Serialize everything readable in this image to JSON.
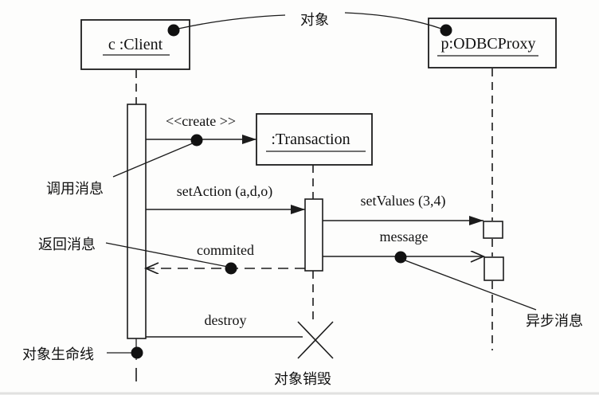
{
  "diagram": {
    "title_note": "UML sequence diagram",
    "objects": [
      {
        "id": "client",
        "label": "c :Client"
      },
      {
        "id": "proxy",
        "label": "p:ODBCProxy"
      },
      {
        "id": "transaction",
        "label": ":Transaction"
      }
    ],
    "messages": {
      "create": "<<create >>",
      "set_action": "setAction (a,d,o)",
      "set_values": "setValues (3,4)",
      "message": "message",
      "commited": "commited",
      "destroy": "destroy"
    },
    "annotations": {
      "object": "对象",
      "call_message": "调用消息",
      "return_message": "返回消息",
      "async_message": "异步消息",
      "object_lifeline": "对象生命线",
      "object_destroy": "对象销毁"
    },
    "colors": {
      "line": "#1c1c1c",
      "background": "#fdfdfc"
    }
  }
}
